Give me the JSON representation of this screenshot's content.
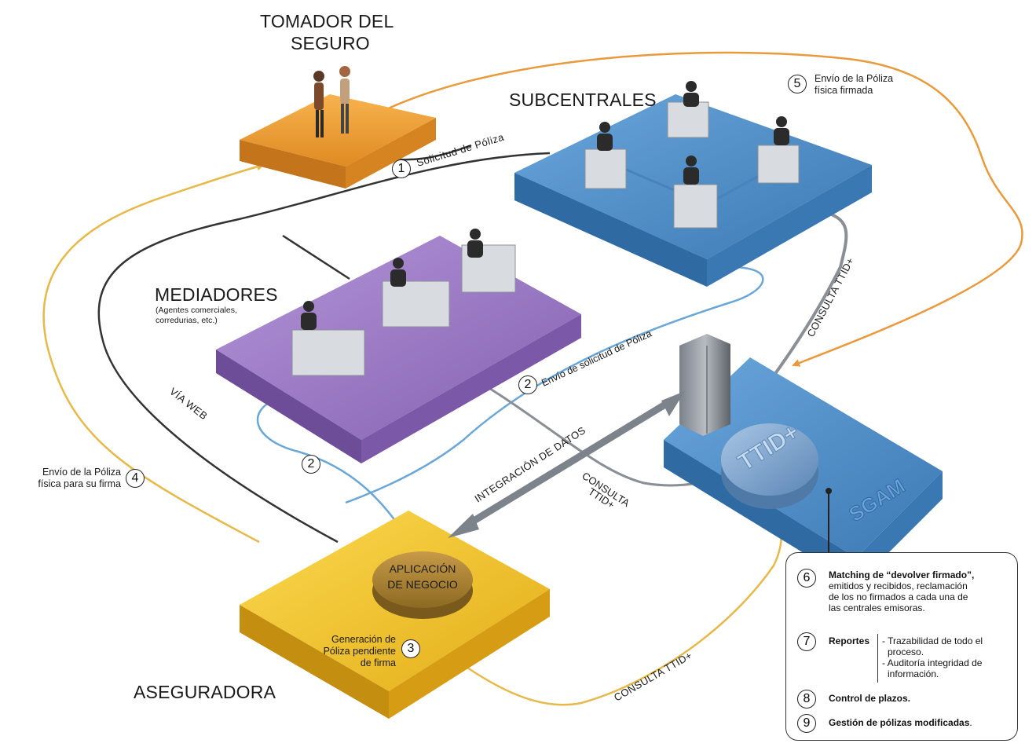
{
  "actors": {
    "tomador": {
      "line1": "TOMADOR DEL",
      "line2": "SEGURO"
    },
    "subcentrales": "SUBCENTRALES",
    "mediadores": {
      "title": "MEDIADORES",
      "sub1": "(Agentes comerciales,",
      "sub2": "corredurias, etc.)"
    },
    "aseguradora": "ASEGURADORA",
    "aplicacion": {
      "line1": "APLICACIÓN",
      "line2": "DE NEGOCIO"
    },
    "ttid": "TTID+",
    "sgam": "SGAM"
  },
  "steps": {
    "s1": {
      "num": "1",
      "text": "Solicitud de Póliza"
    },
    "s2a": {
      "num": "2",
      "text": "Envío de solicitud de Póliza"
    },
    "s2b": {
      "num": "2"
    },
    "s3": {
      "num": "3",
      "line1": "Generación de",
      "line2": "Póliza pendiente",
      "line3": "de firma"
    },
    "s4": {
      "num": "4",
      "line1": "Envío de la Póliza",
      "line2": "física para su firma"
    },
    "s5": {
      "num": "5",
      "line1": "Envío de la Póliza",
      "line2": "física firmada"
    }
  },
  "flows": {
    "via_web": "VÍA WEB",
    "integracion": "INTEGRACIÓN DE DATOS",
    "consulta_right": "CONSULTA TTID+",
    "consulta_mid_1": "CONSULTA",
    "consulta_mid_2": "TTID+",
    "consulta_bottom": "CONSULTA TTID+"
  },
  "legend": {
    "i6": {
      "num": "6",
      "bold": "Matching de “devolver firmado”,",
      "l2": "emitidos y recibidos, reclamación",
      "l3": "de los no firmados a cada una de",
      "l4": "las centrales emisoras."
    },
    "i7": {
      "num": "7",
      "bold": "Reportes",
      "l1": "- Trazabilidad de todo el",
      "l2": "proceso.",
      "l3": "- Auditoría integridad de",
      "l4": "información."
    },
    "i8": {
      "num": "8",
      "bold": "Control de plazos."
    },
    "i9": {
      "num": "9",
      "bold": "Gestión de pólizas modificadas",
      "tail": "."
    }
  },
  "colors": {
    "orange": "#f0a23a",
    "blue": "#4f8fc8",
    "purple": "#9b78c2",
    "yellow": "#f2c230",
    "line_dark": "#333333",
    "line_yellow": "#e6b94a",
    "line_orange": "#e99a3c",
    "line_blue": "#6aa6d6",
    "line_gray": "#8a8f96"
  }
}
